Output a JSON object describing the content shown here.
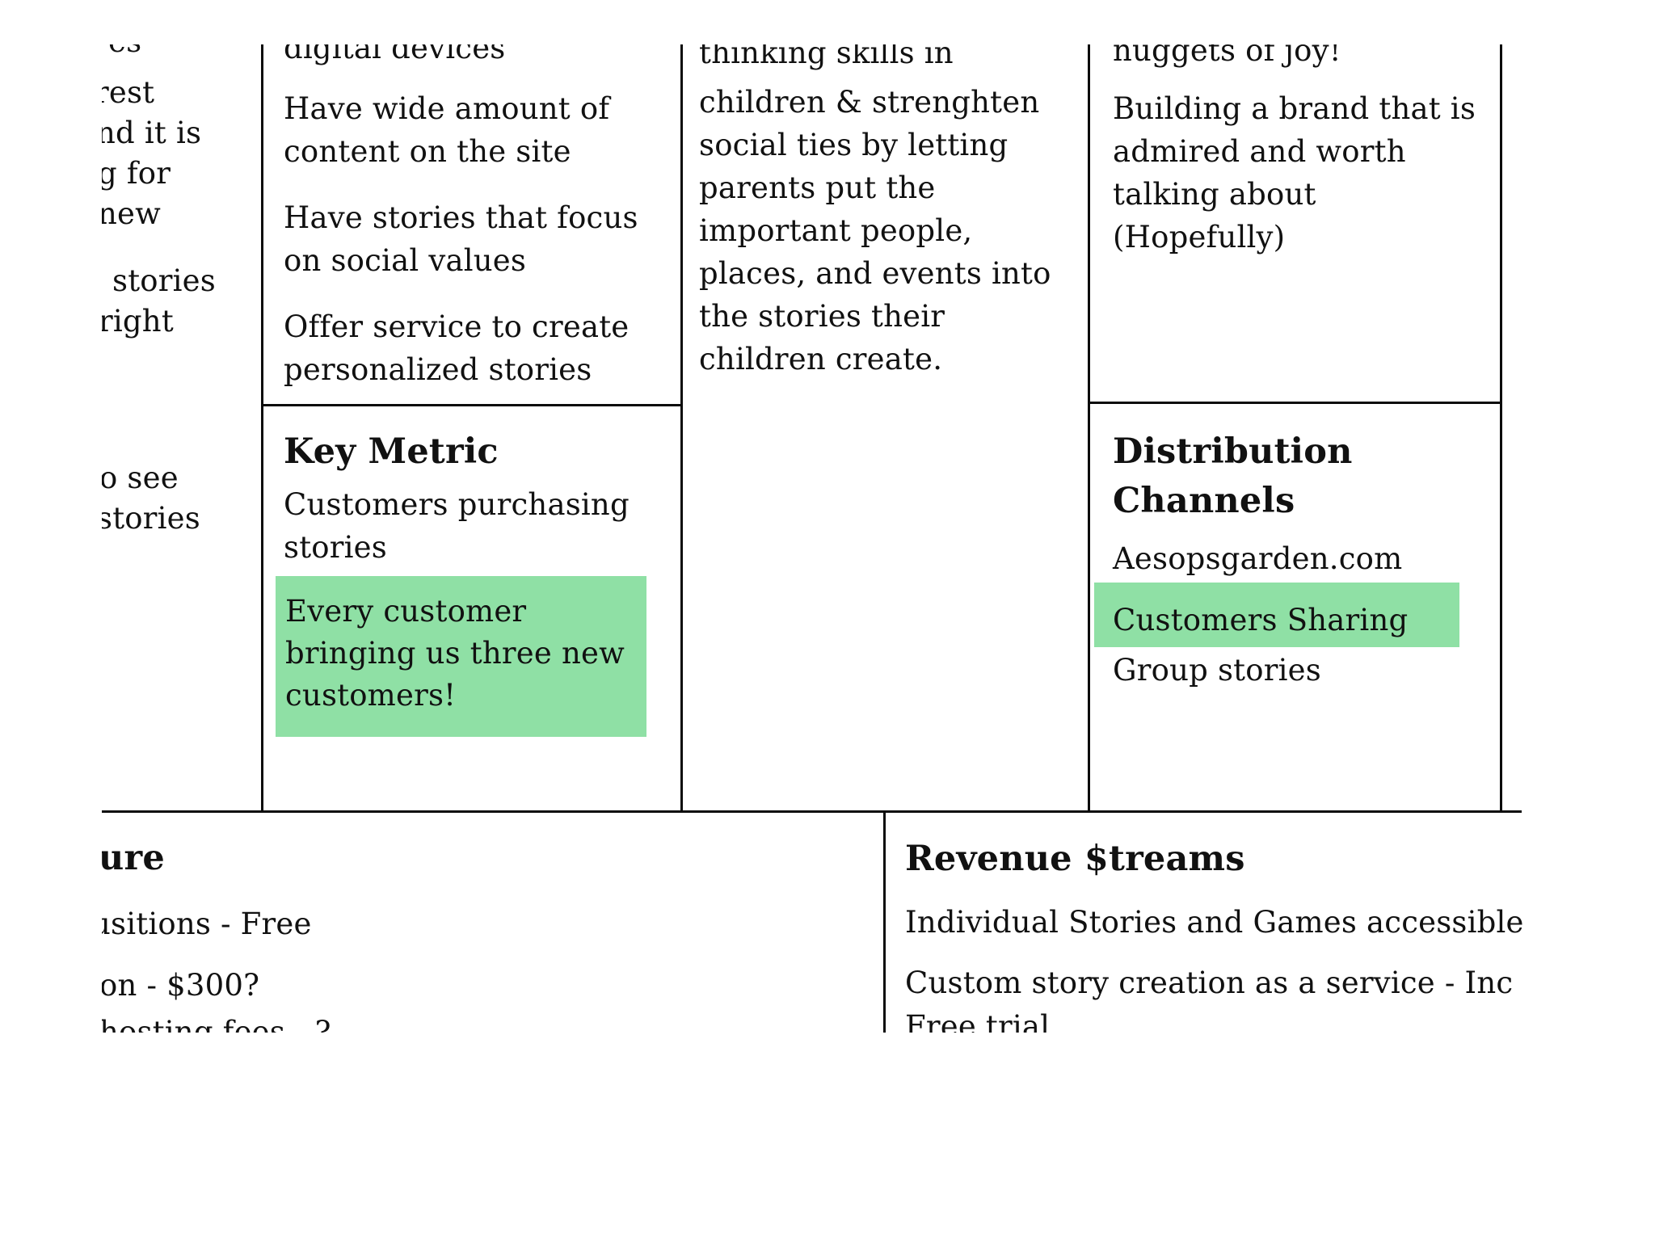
{
  "colors": {
    "background": "#ffffff",
    "ink": "#111111",
    "border": "#0b0b0b",
    "highlight_green": "#8fe0a5"
  },
  "canvas": {
    "left_column": {
      "fragment_top": "es",
      "fragment_1": "rest",
      "fragment_2": "nd it is",
      "fragment_3": "g for",
      "fragment_4": "new",
      "fragment_5": "stories",
      "fragment_6": "right",
      "fragment_7": "o see",
      "fragment_8": "stories"
    },
    "solution_column": {
      "fragment_top": "digital devices",
      "item_1": "Have wide amount of\ncontent on the site",
      "item_2": "Have stories that focus\non social values",
      "item_3": "Offer service to create\npersonalized stories"
    },
    "key_metric_cell": {
      "title": "Key Metric",
      "item": "Customers purchasing\nstories",
      "highlight": "Every customer\nbringing us three new\ncustomers!"
    },
    "value_column": {
      "fragment_top": "thinking skills in",
      "body": "children & strenghten\nsocial ties by letting\nparents put the\nimportant people,\nplaces, and events into\nthe stories their\nchildren create."
    },
    "advantage_column": {
      "fragment_top": "nuggets of joy!",
      "body": "Building a brand that is\nadmired and worth\ntalking about\n(Hopefully)"
    },
    "distribution_cell": {
      "title": "Distribution\nChannels",
      "item_1": "Aesopsgarden.com",
      "highlight": "Customers Sharing",
      "item_2": "Group stories"
    },
    "cost_structure_cell": {
      "title_fragment": "ure",
      "item_1": "usitions - Free",
      "item_2": "on - $300?",
      "item_3": "hosting fees - ?"
    },
    "revenue_streams_cell": {
      "title": "Revenue $treams",
      "item_1": "Individual Stories and Games accessible",
      "item_2": "Custom story creation as a service - Inc",
      "item_3": "Free trial"
    }
  }
}
